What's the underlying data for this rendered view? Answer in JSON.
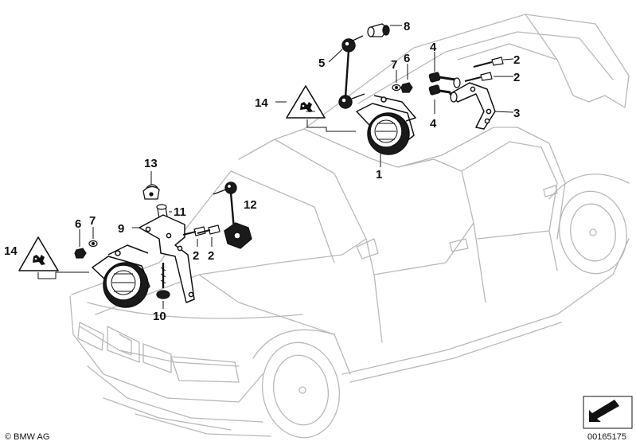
{
  "callouts": {
    "n1": "1",
    "n2a": "2",
    "n2b": "2",
    "n2c": "2",
    "n2d": "2",
    "n3": "3",
    "n4a": "4",
    "n4b": "4",
    "n5": "5",
    "n6a": "6",
    "n6b": "6",
    "n7a": "7",
    "n7b": "7",
    "n8": "8",
    "n9": "9",
    "n10": "10",
    "n11": "11",
    "n12": "12",
    "n13": "13",
    "n14a": "14",
    "n14b": "14"
  },
  "footer": {
    "copyright": "© BMW AG",
    "part_number": "00165175"
  },
  "colors": {
    "line": "#111111",
    "car_outline": "#b8b8b8",
    "background": "#ffffff"
  },
  "icons": [
    "warning-triangle-icon",
    "direction-arrow-icon"
  ]
}
